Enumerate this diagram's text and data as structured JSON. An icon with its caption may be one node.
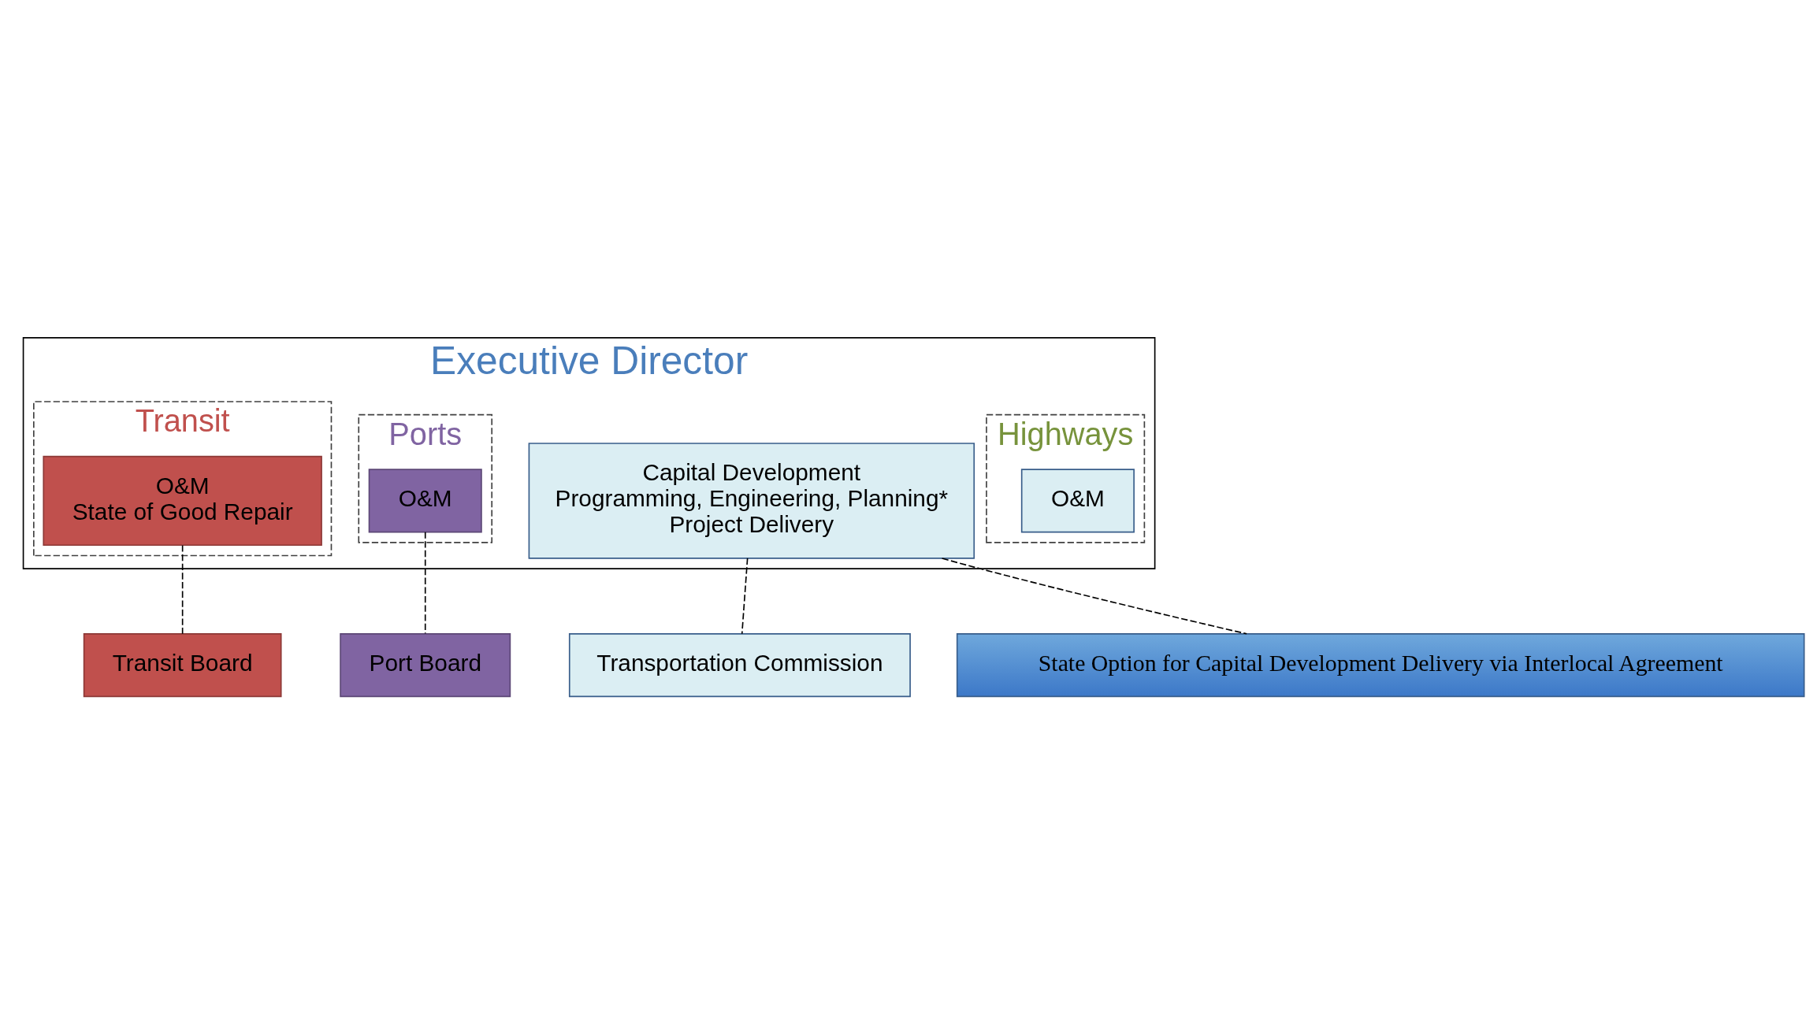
{
  "diagram": {
    "nodes": [
      {
        "text": [
          "Executive Director"
        ]
      },
      {
        "text": [
          "Highways"
        ],
        "in": 0
      },
      {
        "text": [
          "Transit"
        ],
        "in": 0
      },
      {
        "text": [
          "Ports"
        ],
        "in": 0
      },
      {
        "text": [
          "Capital Development",
          "Programming, Engineering, Planning*",
          "Project Delivery"
        ],
        "in": 0
      },
      {
        "text": [
          "O&M"
        ],
        "in": 1
      },
      {
        "text": [
          "O&M",
          "State of Good Repair"
        ],
        "in": 2
      },
      {
        "text": [
          "O&M"
        ],
        "in": 3
      },
      {
        "text": [
          "Transportation Commission"
        ]
      },
      {
        "text": [
          "State Option for Capital Development Delivery via Interlocal Agreement"
        ]
      },
      {
        "text": [
          "Port Board"
        ]
      },
      {
        "text": [
          "Transit Board"
        ]
      }
    ],
    "edges": [
      {
        "from": 4,
        "to": 8,
        "arrow": "none",
        "style": "dashed"
      },
      {
        "from": 4,
        "to": 9,
        "arrow": "none",
        "style": "dashed"
      },
      {
        "from": 7,
        "to": 10,
        "arrow": "none",
        "style": "dashed"
      },
      {
        "from": 6,
        "to": 11,
        "arrow": "none",
        "style": "dashed"
      }
    ]
  }
}
